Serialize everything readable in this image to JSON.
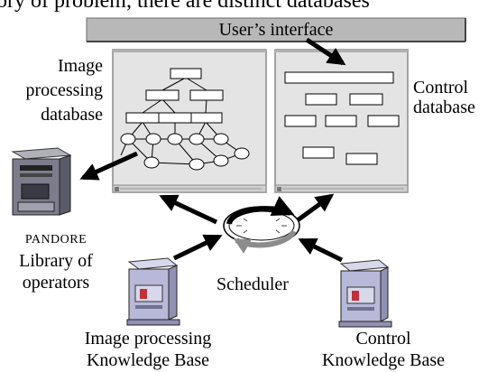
{
  "top_caption": "ory of problem, there are distinct databases",
  "interface_label": "User’s interface",
  "image_db_label": [
    "Image",
    "processing",
    "database"
  ],
  "control_db_label": [
    "Control",
    "database"
  ],
  "pandore_label": "PANDORE",
  "library_label": [
    "Library of",
    "operators"
  ],
  "scheduler_label": "Scheduler",
  "image_kb_label": [
    "Image processing",
    "Knowledge Base"
  ],
  "control_kb_label": [
    "Control",
    "Knowledge Base"
  ],
  "colors": {
    "interface_fill": "#b8b8b8",
    "window_fill": "#e4e4e4",
    "window_frame": "#9a9a9a",
    "tower_body": "#8a8a9a",
    "kb_body": "#b8b8d8",
    "kb_accent": "#c0303a",
    "scheduler_gray": "#8c8c8c",
    "arrow": "#000000"
  }
}
